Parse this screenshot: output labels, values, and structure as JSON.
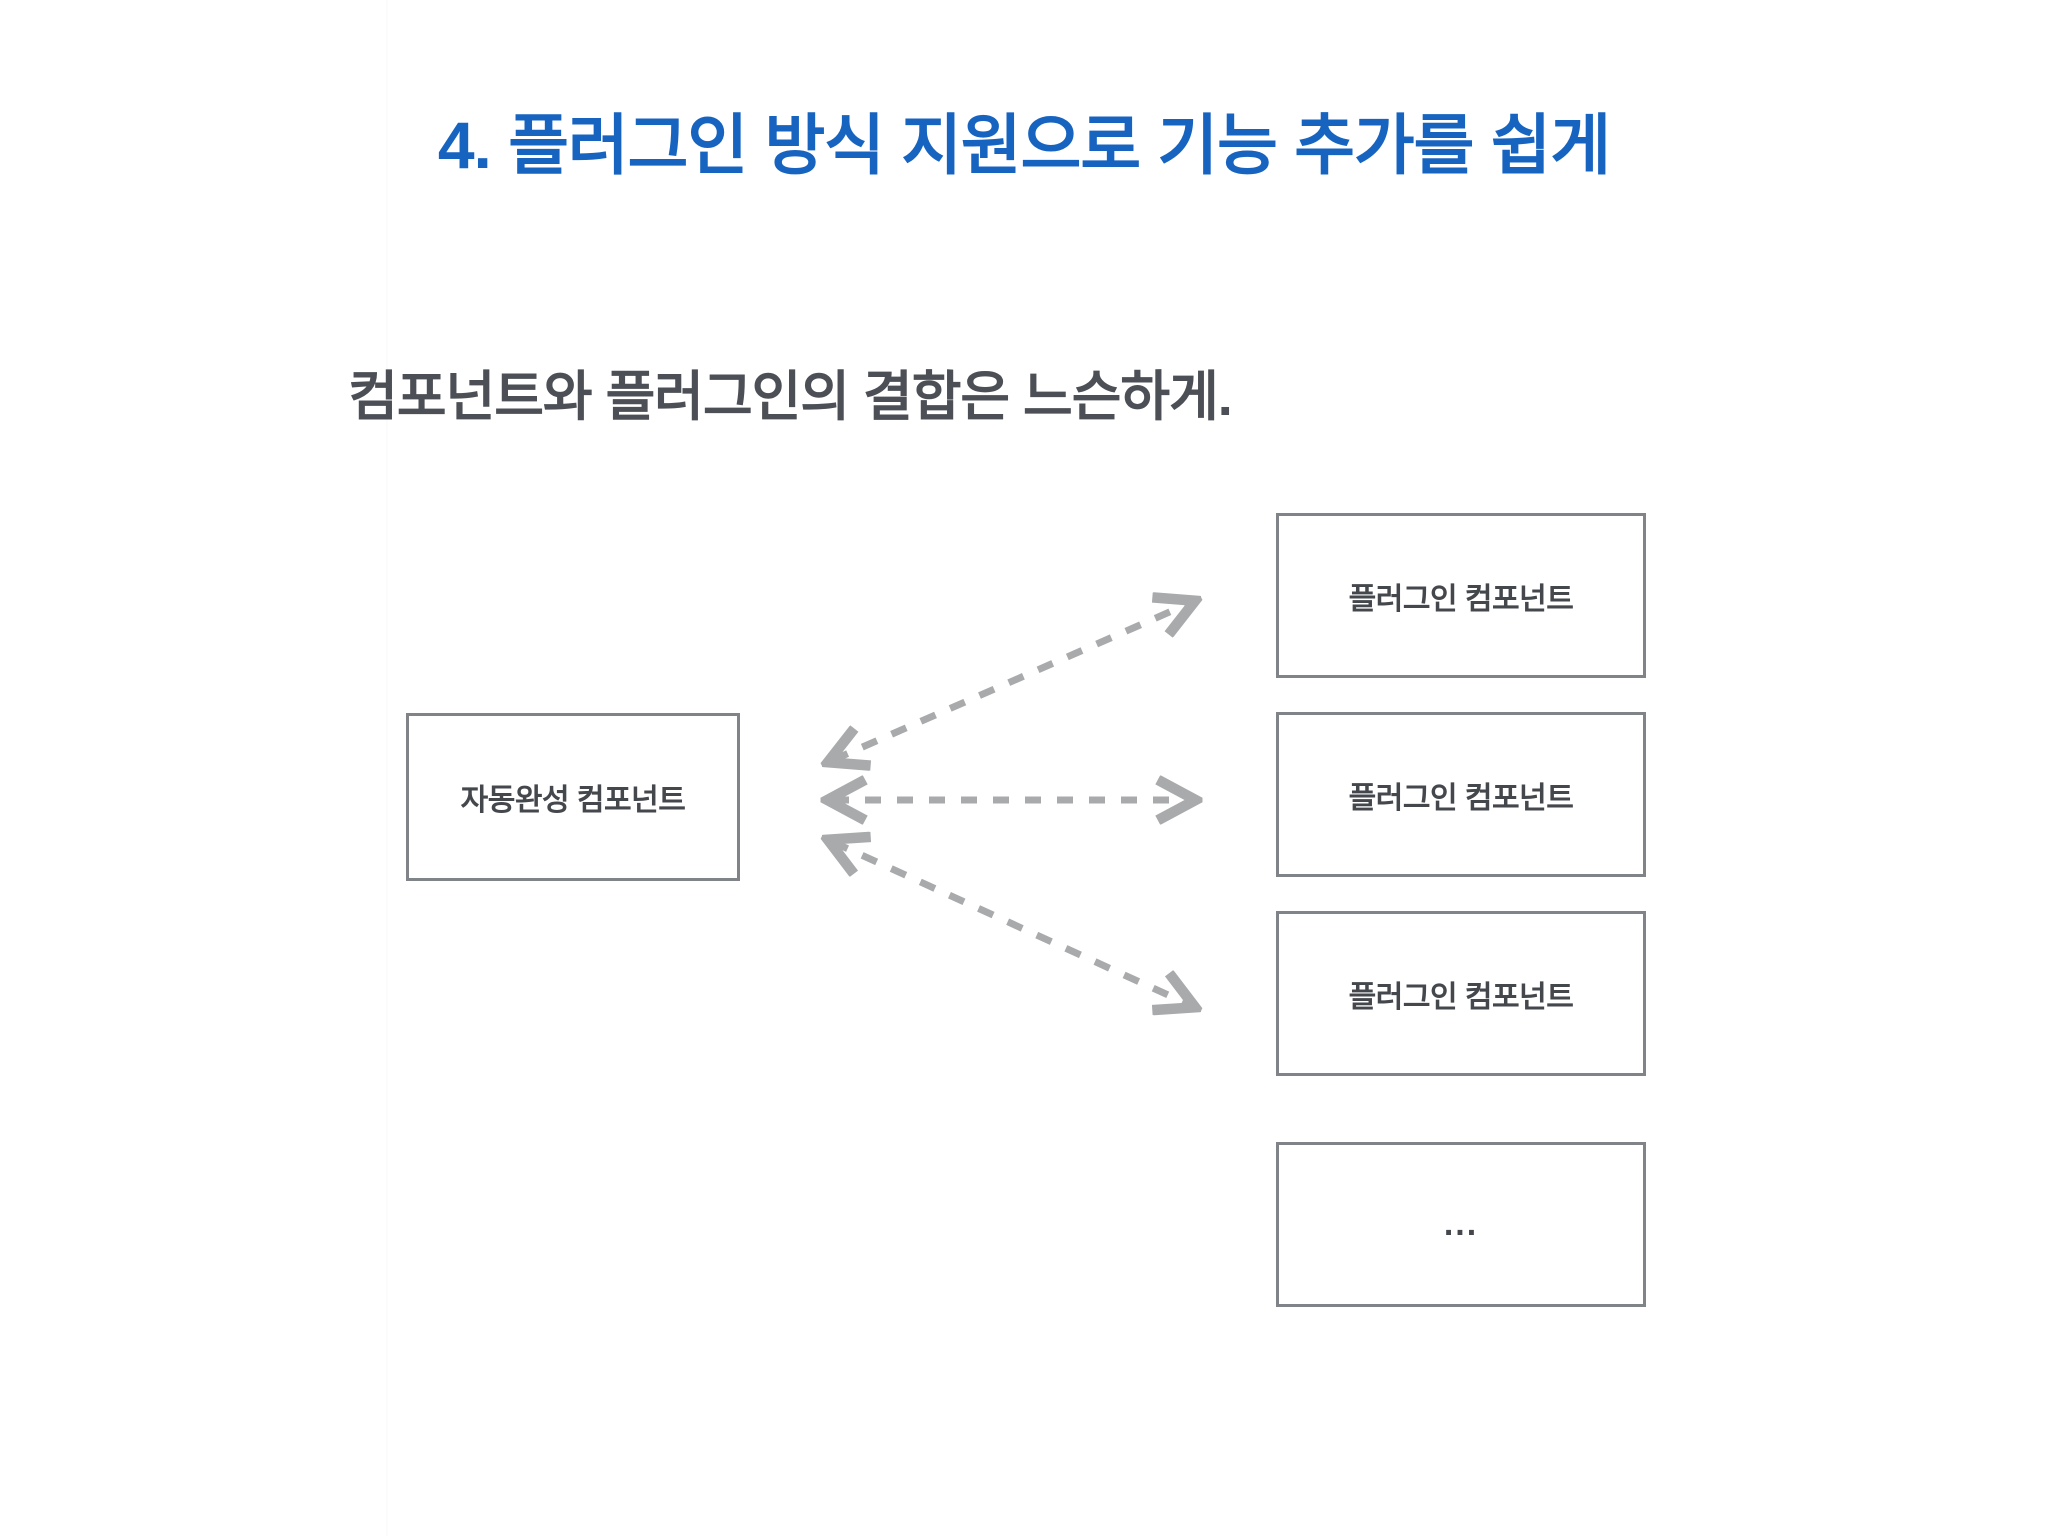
{
  "slide": {
    "title": "4. 플러그인 방식 지원으로 기능 추가를 쉽게",
    "subtitle": "컴포넌트와 플러그인의 결합은 느슨하게.",
    "background_color": "#ffffff",
    "title_color": "#1764C0",
    "subtitle_color": "#4C4F55"
  },
  "diagram": {
    "box_border_color": "#808387",
    "box_text_color": "#44474C",
    "arrow_color": "#A8AAAC",
    "source": {
      "label": "자동완성 컴포넌트"
    },
    "plugins": [
      {
        "label": "플러그인 컴포넌트"
      },
      {
        "label": "플러그인 컴포넌트"
      },
      {
        "label": "플러그인 컴포넌트"
      },
      {
        "label": "..."
      }
    ],
    "connections": [
      {
        "from": "자동완성 컴포넌트",
        "to": "플러그인 컴포넌트",
        "style": "dashed",
        "heads": "both"
      },
      {
        "from": "자동완성 컴포넌트",
        "to": "플러그인 컴포넌트",
        "style": "dashed",
        "heads": "both"
      },
      {
        "from": "자동완성 컴포넌트",
        "to": "플러그인 컴포넌트",
        "style": "dashed",
        "heads": "both"
      }
    ]
  }
}
